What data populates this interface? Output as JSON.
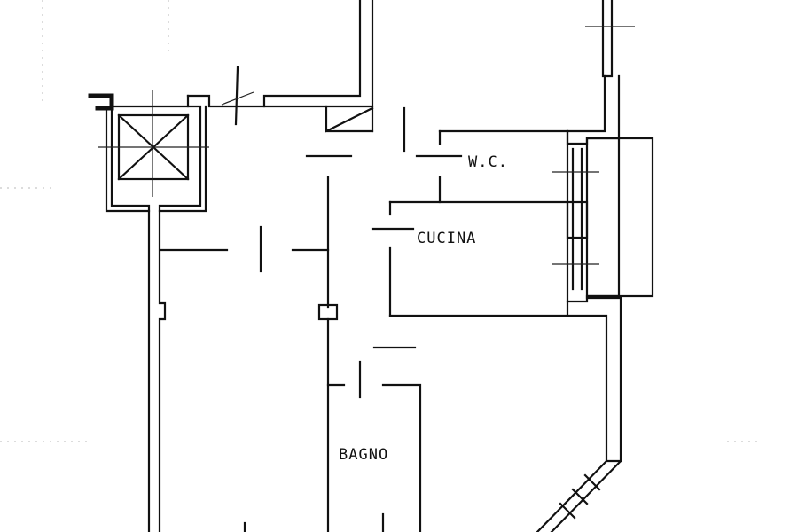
{
  "rooms": {
    "wc": "W.C.",
    "cucina": "CUCINA",
    "bagno": "BAGNO"
  },
  "colors": {
    "ink": "#111111",
    "paper": "#ffffff"
  }
}
